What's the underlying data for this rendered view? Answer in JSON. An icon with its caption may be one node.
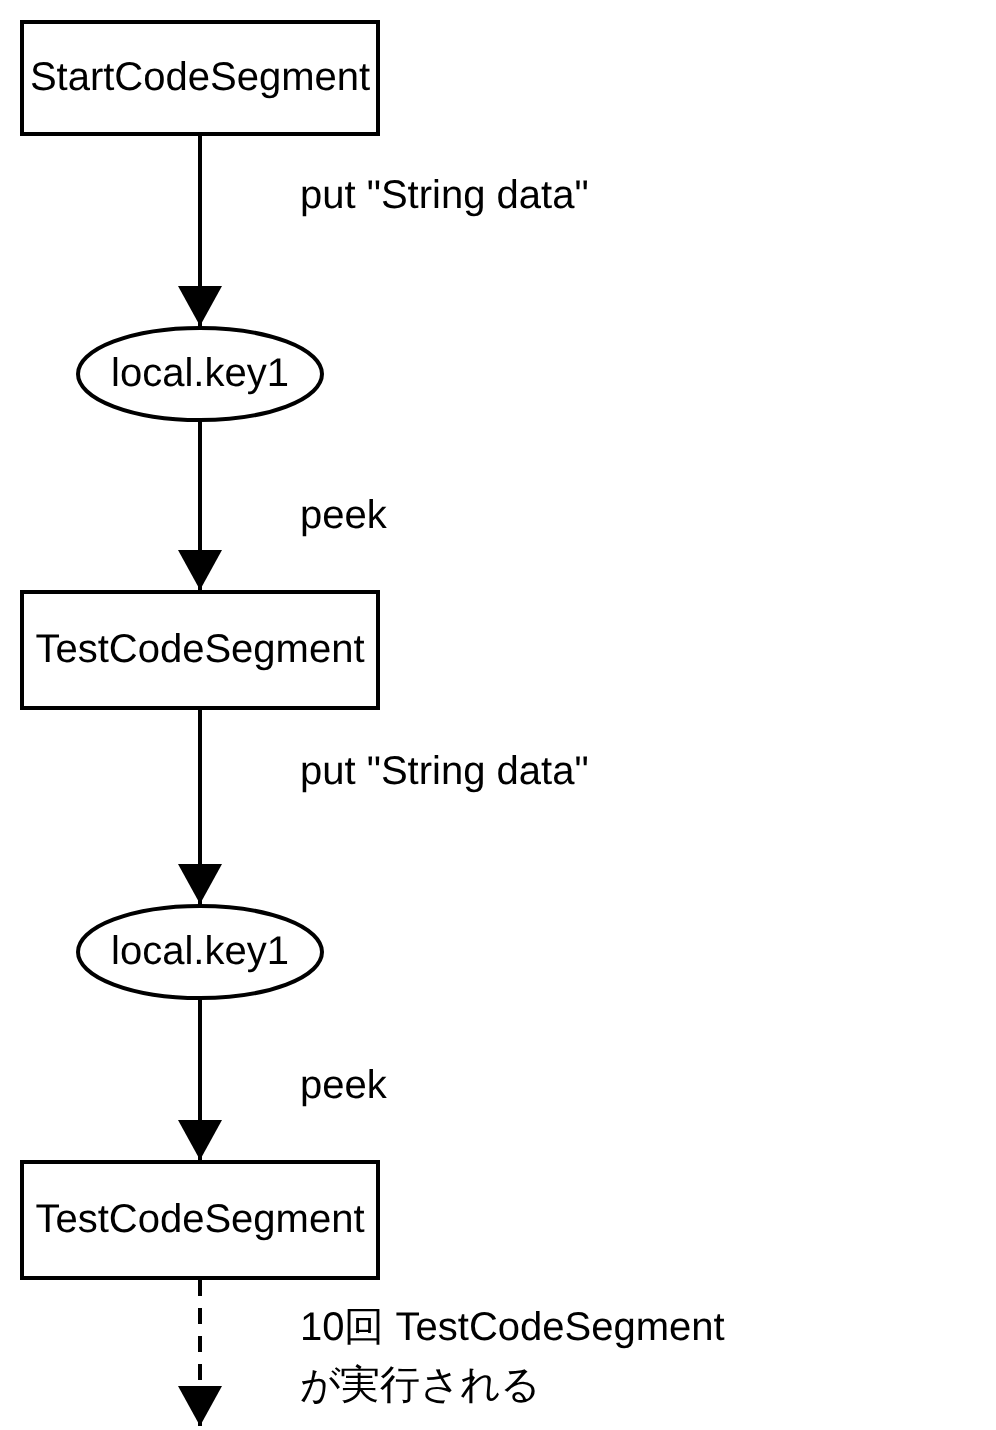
{
  "diagram": {
    "nodes": [
      {
        "text": [
          "StartCodeSegment"
        ]
      },
      {
        "text": [
          "local.key1"
        ]
      },
      {
        "text": [
          "TestCodeSegment"
        ]
      },
      {
        "text": [
          "local.key1"
        ]
      },
      {
        "text": [
          "TestCodeSegment"
        ]
      }
    ],
    "edges": [
      {
        "from": 0,
        "to": 1,
        "arrow": "to",
        "label": "put \"String data\""
      },
      {
        "from": 1,
        "to": 2,
        "arrow": "to",
        "label": "peek"
      },
      {
        "from": 2,
        "to": 3,
        "arrow": "to",
        "label": "put \"String data\""
      },
      {
        "from": 3,
        "to": 4,
        "arrow": "to",
        "label": "peek"
      },
      {
        "from": 4,
        "to": null,
        "arrow": "to",
        "style": "dashed",
        "label": "10回 TestCodeSegment が実行される"
      }
    ]
  }
}
